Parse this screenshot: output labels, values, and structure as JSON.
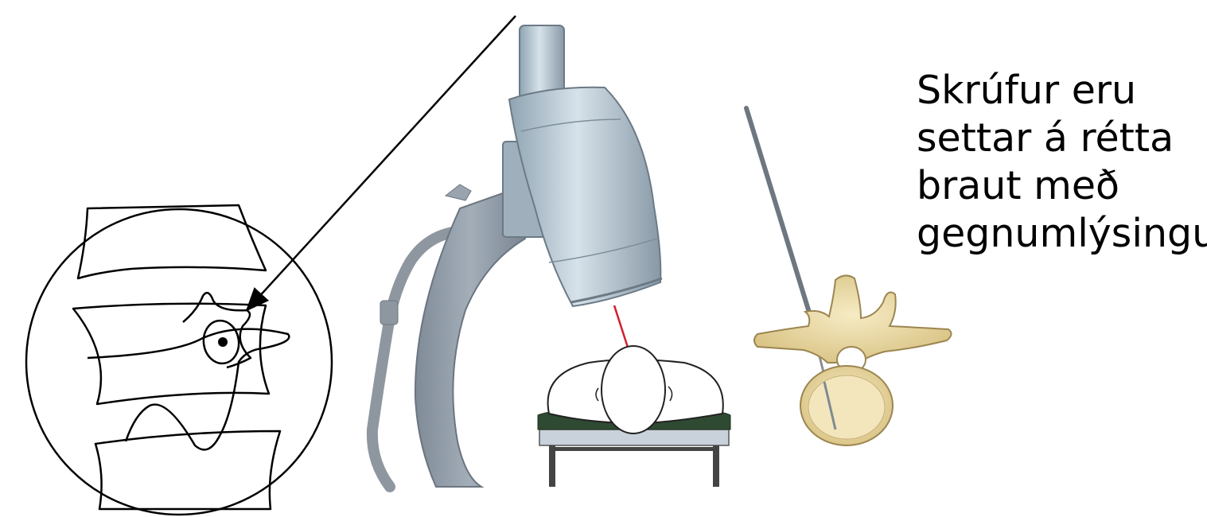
{
  "caption": {
    "lines": [
      "Skrúfur eru",
      "settar á rétta",
      "braut með",
      "gegnumlýsingu"
    ]
  },
  "colors": {
    "ink": "#000000",
    "cArm": "#8f9aa6",
    "xrayTube": "#b8c8d2",
    "laser": "#d0202a",
    "mattress": "#2f4a32",
    "bone": "#f1e2b0",
    "probe": "#6e7780"
  },
  "icons": {
    "fluoroscopy_view": "magnified-fluoroscopy-circle",
    "c_arm": "c-arm-xray-machine",
    "patient": "prone-patient-head",
    "vertebra": "vertebra-with-probe"
  }
}
